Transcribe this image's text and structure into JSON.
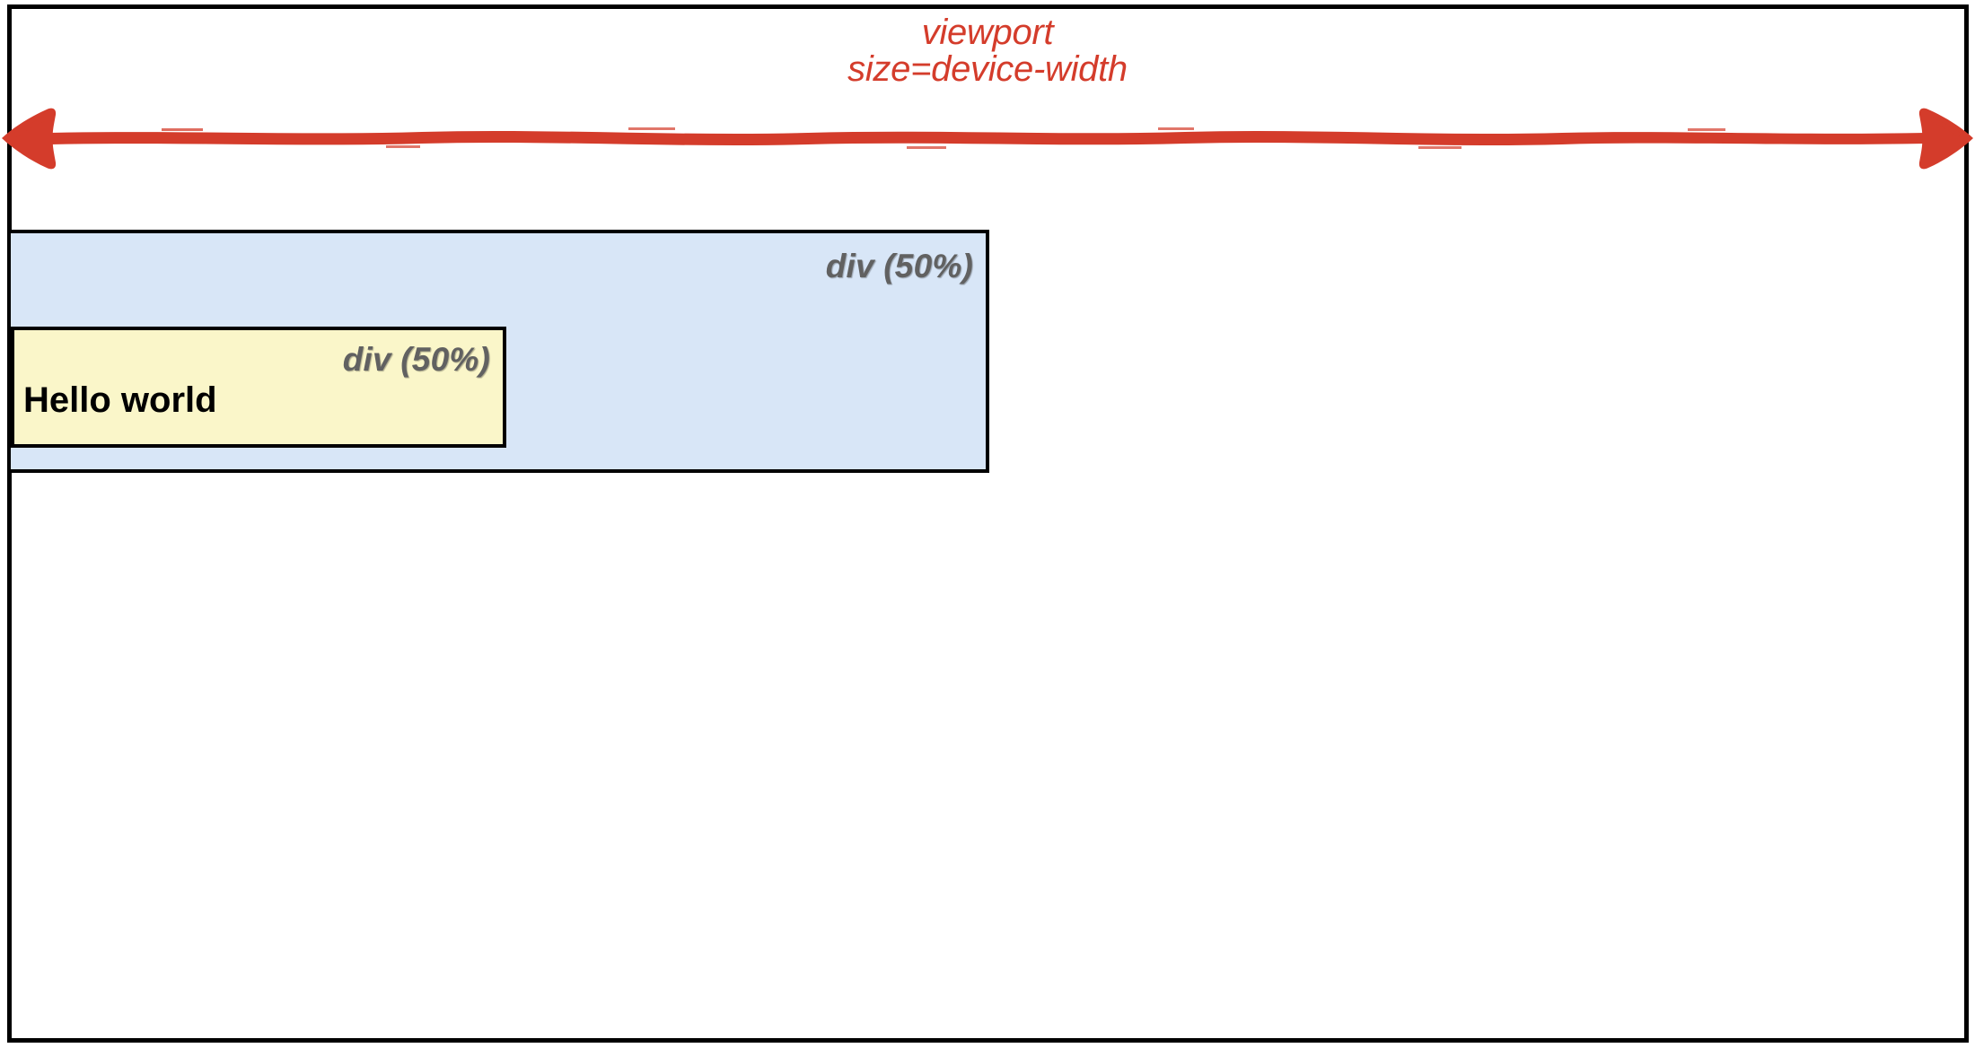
{
  "diagram": {
    "title": "CSS viewport width illustration",
    "background_color": "#ffffff",
    "frame": {
      "name": "viewport-frame",
      "border_color": "#000000"
    },
    "annotation": {
      "color": "#d43c2b",
      "line1": "viewport",
      "line2": "size=device-width",
      "arrow": {
        "style": "double-headed-hand-drawn",
        "color": "#d43c2b",
        "direction": "horizontal"
      }
    },
    "boxes": [
      {
        "name": "outer-div",
        "label": "div (50%)",
        "fill_color": "#d8e6f7",
        "border_color": "#000000",
        "label_color": "#616161"
      },
      {
        "name": "inner-div",
        "label": "div (50%)",
        "fill_color": "#faf6c9",
        "border_color": "#000000",
        "label_color": "#616161",
        "content": "Hello world",
        "content_color": "#000000"
      }
    ]
  }
}
